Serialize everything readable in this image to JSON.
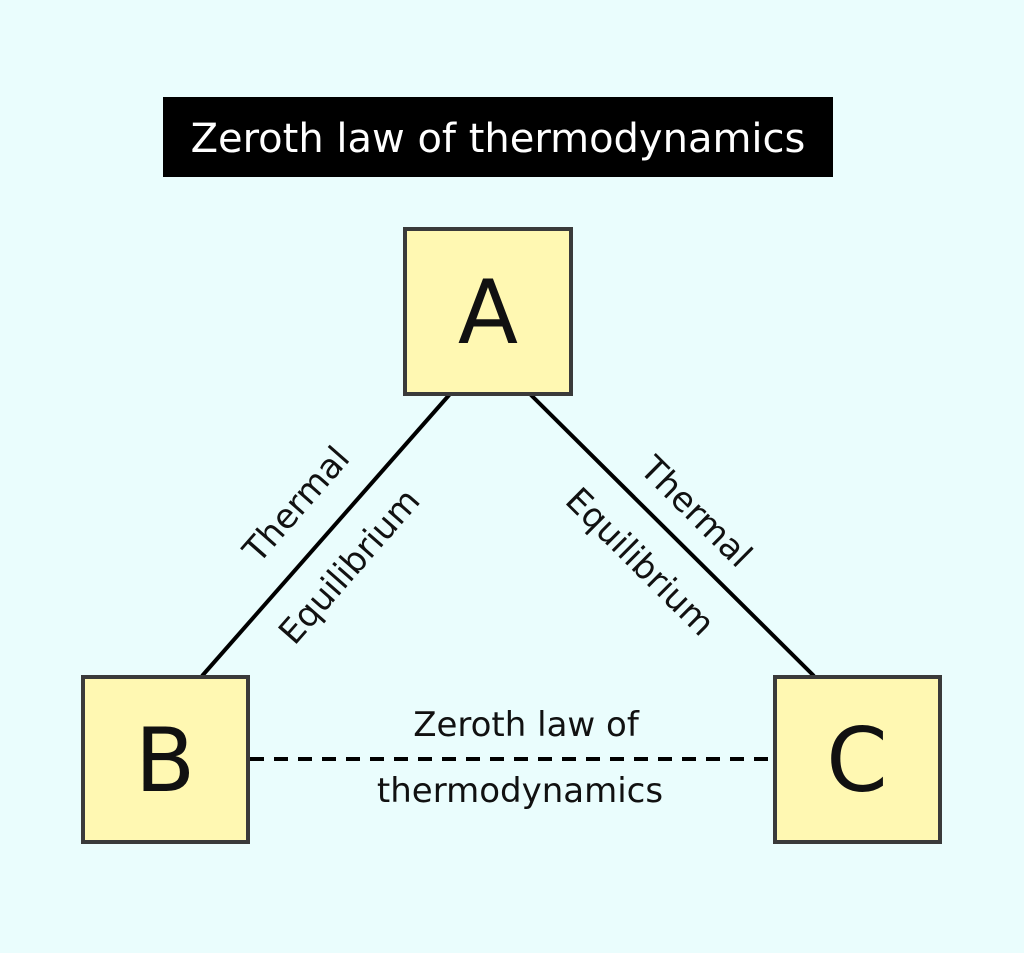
{
  "title": "Zeroth law of thermodynamics",
  "nodes": {
    "a": "A",
    "b": "B",
    "c": "C"
  },
  "edges": {
    "ab": {
      "line1": "Thermal",
      "line2": "Equilibrium"
    },
    "ac": {
      "line1": "Thermal",
      "line2": "Equilibrium"
    },
    "bc": {
      "line1": "Zeroth law of",
      "line2": "thermodynamics"
    }
  },
  "colors": {
    "background": "#eafdfd",
    "box_fill": "#fff8b2",
    "box_border": "#3a3a3a",
    "title_bg": "#000000"
  }
}
